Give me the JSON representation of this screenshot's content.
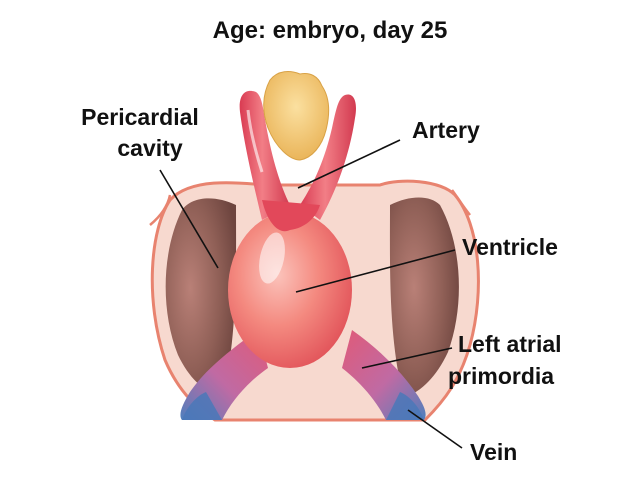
{
  "title": "Age: embryo, day 25",
  "labels": {
    "pericardial_line1": "Pericardial",
    "pericardial_line2": "cavity",
    "artery": "Artery",
    "ventricle": "Ventricle",
    "left_atrial_line1": "Left atrial",
    "left_atrial_line2": "primordia",
    "vein": "Vein"
  },
  "colors": {
    "pericardial_wall": "#e8836f",
    "pericardial_space": "#8a5a52",
    "heart_tube": "#e5485a",
    "ventricle": "#f27c78",
    "atrial": "#c86a9a",
    "vein": "#5a86bf",
    "tissue": "#f4c76a"
  }
}
